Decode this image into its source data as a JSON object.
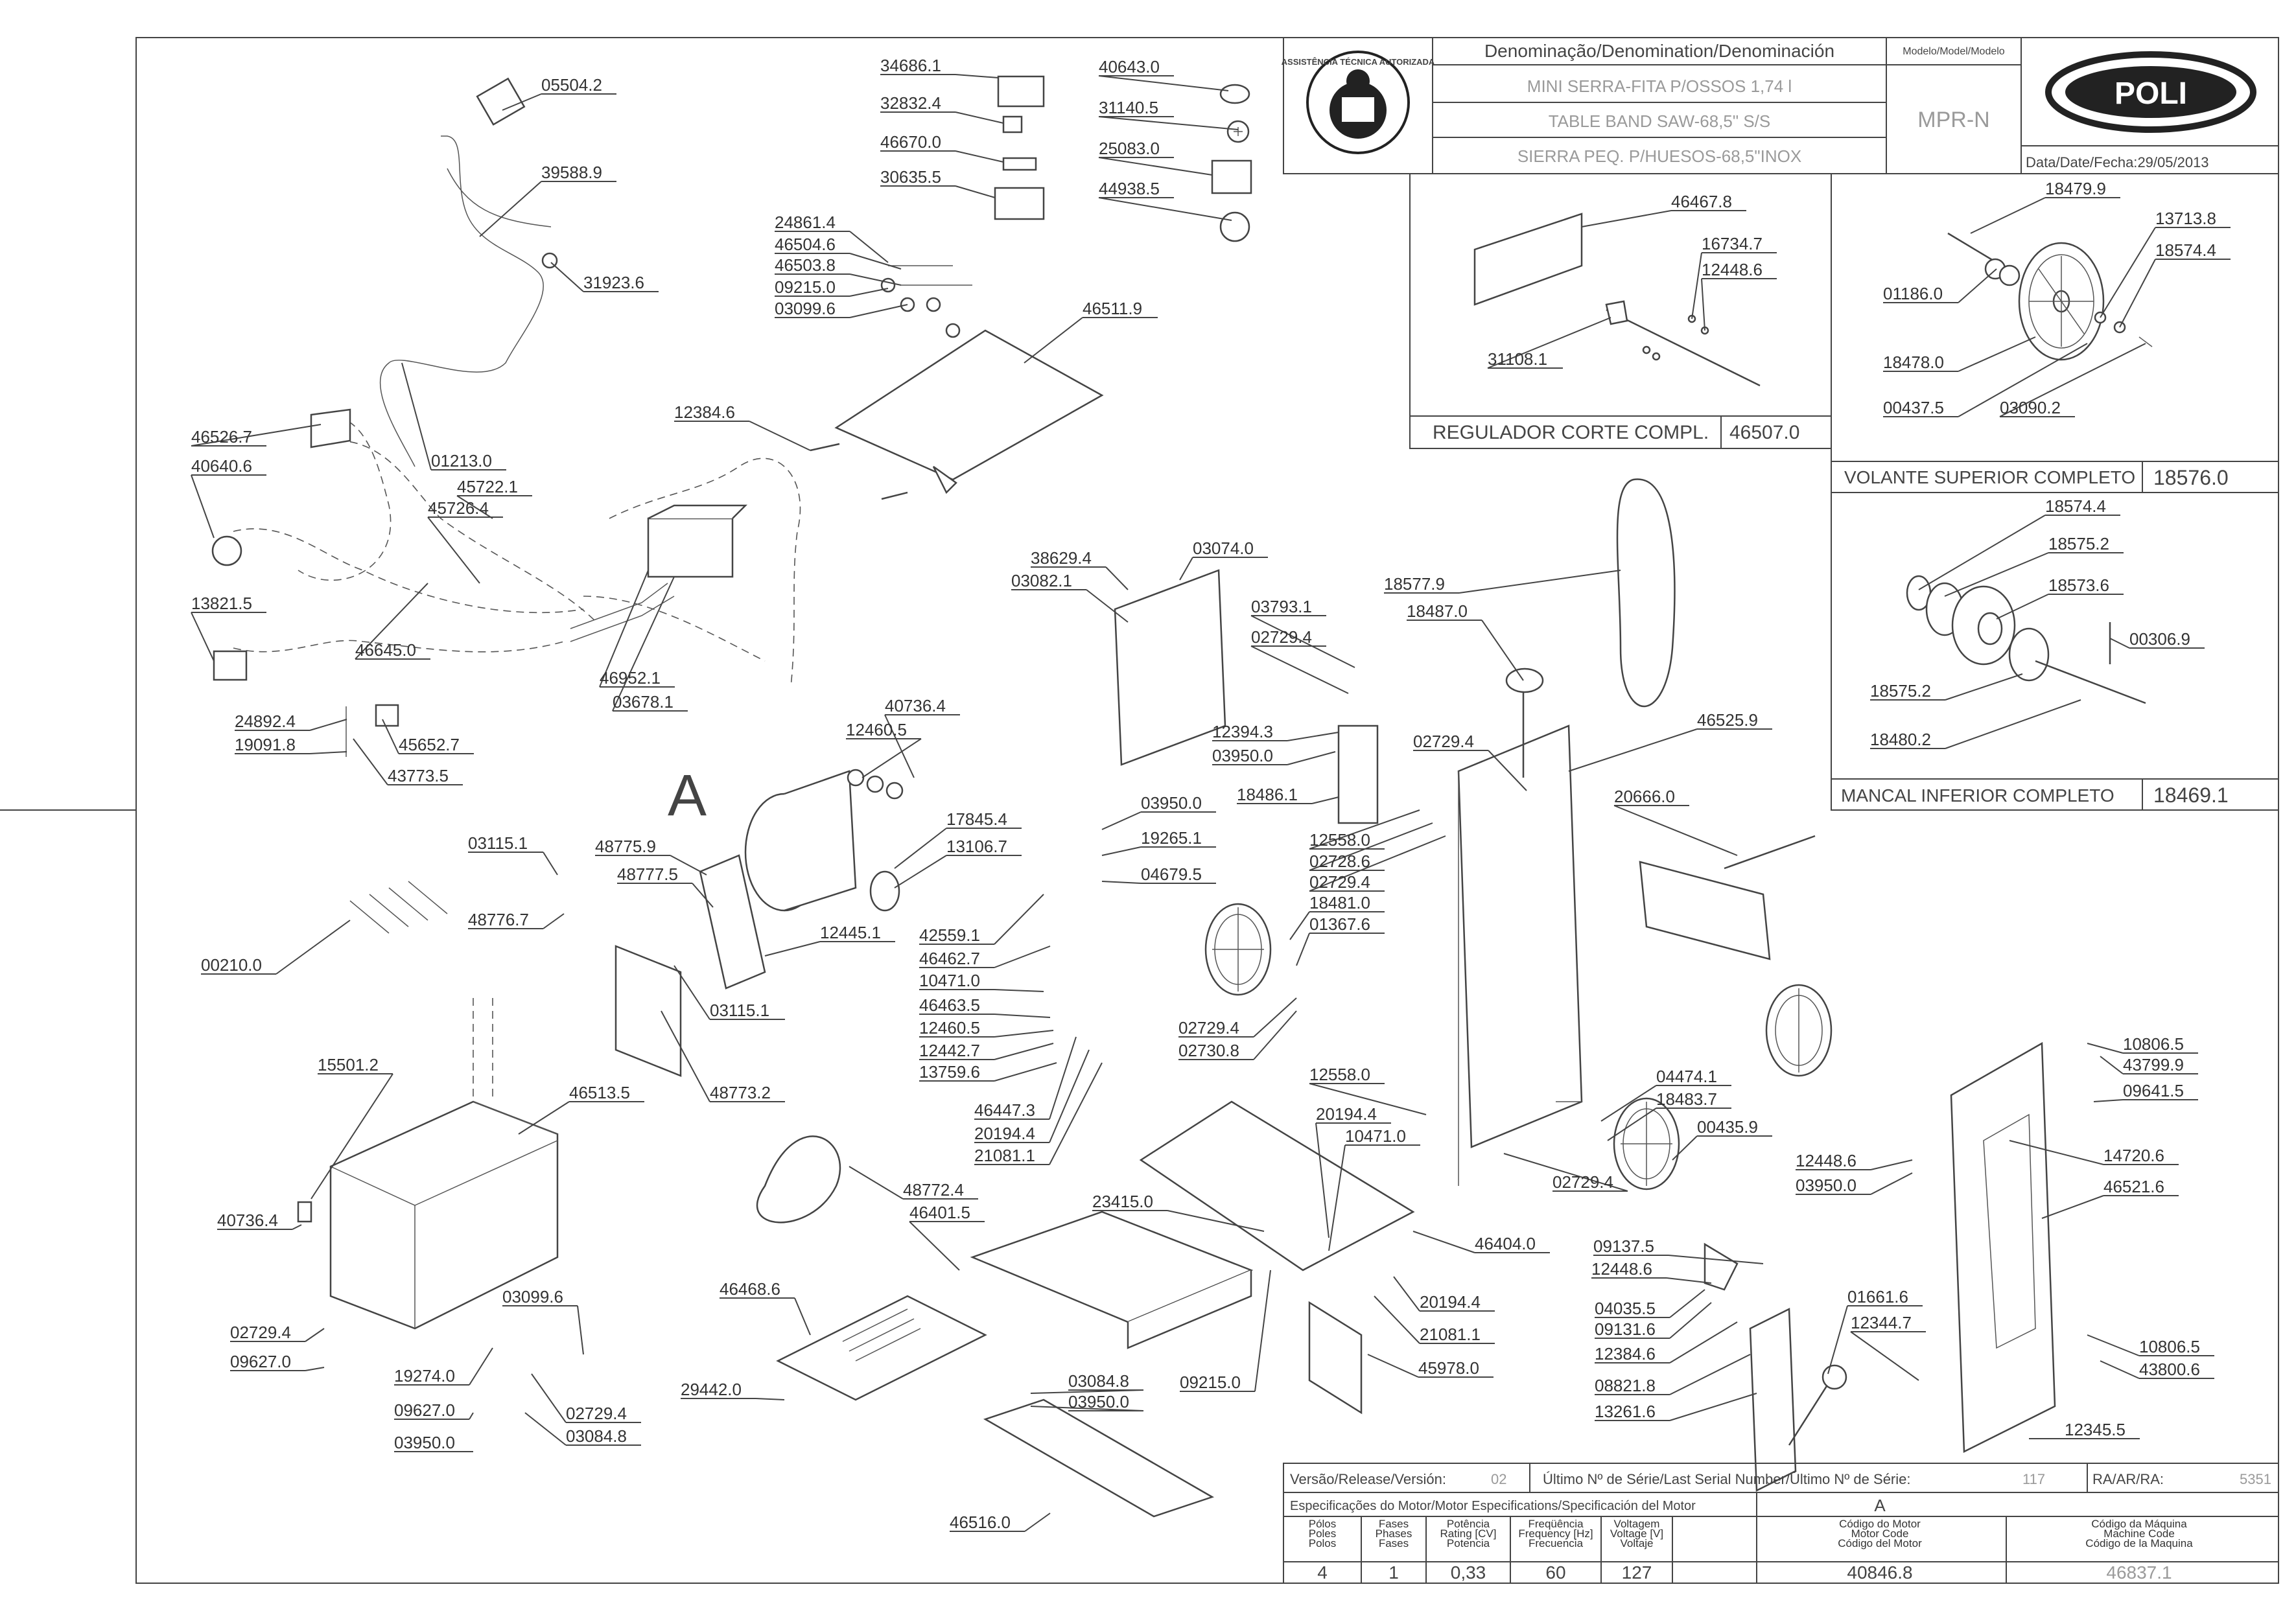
{
  "title_block": {
    "denomination_header": "Denominação/Denomination/Denominación",
    "model_header": "Modelo/Model/Modelo",
    "name_pt": "MINI SERRA-FITA P/OSSOS 1,74 l",
    "name_en": "TABLE BAND SAW-68,5\" S/S",
    "name_es": "SIERRA PEQ. P/HUESOS-68,5\"INOX",
    "model": "MPR-N",
    "date_label": "Data/Date/Fecha:",
    "date": "29/05/2013",
    "brand": "POLI",
    "seal_text": "ASSISTÊNCIA TÉCNICA AUTORIZADA"
  },
  "subassemblies": {
    "regulador": {
      "title": "REGULADOR CORTE COMPL.",
      "code": "46507.0"
    },
    "volante": {
      "title": "VOLANTE SUPERIOR COMPLETO",
      "code": "18576.0"
    },
    "mancal": {
      "title": "MANCAL INFERIOR COMPLETO",
      "code": "18469.1"
    }
  },
  "section_marker": "A",
  "parts": [
    {
      "id": "p1",
      "code": "05504.2"
    },
    {
      "id": "p2",
      "code": "39588.9"
    },
    {
      "id": "p3",
      "code": "31923.6"
    },
    {
      "id": "p4",
      "code": "46526.7"
    },
    {
      "id": "p5",
      "code": "40640.6"
    },
    {
      "id": "p6",
      "code": "01213.0"
    },
    {
      "id": "p7",
      "code": "45722.1"
    },
    {
      "id": "p8",
      "code": "45726.4"
    },
    {
      "id": "p9",
      "code": "13821.5"
    },
    {
      "id": "p10",
      "code": "46645.0"
    },
    {
      "id": "p11",
      "code": "46952.1"
    },
    {
      "id": "p12",
      "code": "03678.1"
    },
    {
      "id": "p13",
      "code": "24892.4"
    },
    {
      "id": "p14",
      "code": "19091.8"
    },
    {
      "id": "p15",
      "code": "45652.7"
    },
    {
      "id": "p16",
      "code": "43773.5"
    },
    {
      "id": "p17",
      "code": "34686.1"
    },
    {
      "id": "p18",
      "code": "32832.4"
    },
    {
      "id": "p19",
      "code": "46670.0"
    },
    {
      "id": "p20",
      "code": "30635.5"
    },
    {
      "id": "p21",
      "code": "40643.0"
    },
    {
      "id": "p22",
      "code": "31140.5"
    },
    {
      "id": "p23",
      "code": "25083.0"
    },
    {
      "id": "p24",
      "code": "44938.5"
    },
    {
      "id": "p25",
      "code": "24861.4"
    },
    {
      "id": "p26",
      "code": "46504.6"
    },
    {
      "id": "p27",
      "code": "46503.8"
    },
    {
      "id": "p28",
      "code": "09215.0"
    },
    {
      "id": "p29",
      "code": "03099.6"
    },
    {
      "id": "p30",
      "code": "46511.9"
    },
    {
      "id": "p31",
      "code": "12384.6"
    },
    {
      "id": "p32",
      "code": "38629.4"
    },
    {
      "id": "p33",
      "code": "03074.0"
    },
    {
      "id": "p34",
      "code": "03082.1"
    },
    {
      "id": "p35",
      "code": "40736.4"
    },
    {
      "id": "p36",
      "code": "12460.5"
    },
    {
      "id": "p37",
      "code": "17845.4"
    },
    {
      "id": "p38",
      "code": "13106.7"
    },
    {
      "id": "p39",
      "code": "12445.1"
    },
    {
      "id": "p40",
      "code": "03115.1"
    },
    {
      "id": "p41",
      "code": "48775.9"
    },
    {
      "id": "p42",
      "code": "48777.5"
    },
    {
      "id": "p43",
      "code": "48776.7"
    },
    {
      "id": "p44",
      "code": "00210.0"
    },
    {
      "id": "p45",
      "code": "03115.1"
    },
    {
      "id": "p46",
      "code": "48773.2"
    },
    {
      "id": "p47",
      "code": "15501.2"
    },
    {
      "id": "p48",
      "code": "46513.5"
    },
    {
      "id": "p49",
      "code": "40736.4"
    },
    {
      "id": "p50",
      "code": "03099.6"
    },
    {
      "id": "p51",
      "code": "02729.4"
    },
    {
      "id": "p52",
      "code": "09627.0"
    },
    {
      "id": "p53",
      "code": "19274.0"
    },
    {
      "id": "p54",
      "code": "09627.0"
    },
    {
      "id": "p55",
      "code": "02729.4"
    },
    {
      "id": "p56",
      "code": "03950.0"
    },
    {
      "id": "p57",
      "code": "03084.8"
    },
    {
      "id": "p58",
      "code": "48772.4"
    },
    {
      "id": "p59",
      "code": "46401.5"
    },
    {
      "id": "p60",
      "code": "46468.6"
    },
    {
      "id": "p61",
      "code": "29442.0"
    },
    {
      "id": "p62",
      "code": "03084.8"
    },
    {
      "id": "p63",
      "code": "03950.0"
    },
    {
      "id": "p64",
      "code": "46516.0"
    },
    {
      "id": "p65",
      "code": "03950.0"
    },
    {
      "id": "p66",
      "code": "19265.1"
    },
    {
      "id": "p67",
      "code": "04679.5"
    },
    {
      "id": "p68",
      "code": "42559.1"
    },
    {
      "id": "p69",
      "code": "46462.7"
    },
    {
      "id": "p70",
      "code": "10471.0"
    },
    {
      "id": "p71",
      "code": "46463.5"
    },
    {
      "id": "p72",
      "code": "12460.5"
    },
    {
      "id": "p73",
      "code": "12442.7"
    },
    {
      "id": "p74",
      "code": "13759.6"
    },
    {
      "id": "p75",
      "code": "46447.3"
    },
    {
      "id": "p76",
      "code": "20194.4"
    },
    {
      "id": "p77",
      "code": "21081.1"
    },
    {
      "id": "p78",
      "code": "03793.1"
    },
    {
      "id": "p79",
      "code": "02729.4"
    },
    {
      "id": "p80",
      "code": "12394.3"
    },
    {
      "id": "p81",
      "code": "03950.0"
    },
    {
      "id": "p82",
      "code": "18486.1"
    },
    {
      "id": "p83",
      "code": "12558.0"
    },
    {
      "id": "p84",
      "code": "02728.6"
    },
    {
      "id": "p85",
      "code": "02729.4"
    },
    {
      "id": "p86",
      "code": "18481.0"
    },
    {
      "id": "p87",
      "code": "01367.6"
    },
    {
      "id": "p88",
      "code": "02729.4"
    },
    {
      "id": "p89",
      "code": "02730.8"
    },
    {
      "id": "p90",
      "code": "12558.0"
    },
    {
      "id": "p91",
      "code": "20194.4"
    },
    {
      "id": "p92",
      "code": "10471.0"
    },
    {
      "id": "p93",
      "code": "23415.0"
    },
    {
      "id": "p94",
      "code": "46404.0"
    },
    {
      "id": "p95",
      "code": "20194.4"
    },
    {
      "id": "p96",
      "code": "21081.1"
    },
    {
      "id": "p97",
      "code": "09215.0"
    },
    {
      "id": "p98",
      "code": "45978.0"
    },
    {
      "id": "p99",
      "code": "18577.9"
    },
    {
      "id": "p100",
      "code": "18487.0"
    },
    {
      "id": "p101",
      "code": "02729.4"
    },
    {
      "id": "p102",
      "code": "46525.9"
    },
    {
      "id": "p103",
      "code": "20666.0"
    },
    {
      "id": "p104",
      "code": "04474.1"
    },
    {
      "id": "p105",
      "code": "18483.7"
    },
    {
      "id": "p106",
      "code": "00435.9"
    },
    {
      "id": "p107",
      "code": "02729.4"
    },
    {
      "id": "p108",
      "code": "09137.5"
    },
    {
      "id": "p109",
      "code": "12448.6"
    },
    {
      "id": "p110",
      "code": "04035.5"
    },
    {
      "id": "p111",
      "code": "09131.6"
    },
    {
      "id": "p112",
      "code": "12384.6"
    },
    {
      "id": "p113",
      "code": "08821.8"
    },
    {
      "id": "p114",
      "code": "13261.6"
    },
    {
      "id": "p115",
      "code": "01661.6"
    },
    {
      "id": "p116",
      "code": "12344.7"
    },
    {
      "id": "p117",
      "code": "12345.5"
    },
    {
      "id": "p118",
      "code": "10806.5"
    },
    {
      "id": "p119",
      "code": "43799.9"
    },
    {
      "id": "p120",
      "code": "09641.5"
    },
    {
      "id": "p121",
      "code": "14720.6"
    },
    {
      "id": "p122",
      "code": "12448.6"
    },
    {
      "id": "p123",
      "code": "03950.0"
    },
    {
      "id": "p124",
      "code": "46521.6"
    },
    {
      "id": "p125",
      "code": "10806.5"
    },
    {
      "id": "p126",
      "code": "43800.6"
    },
    {
      "id": "p127",
      "code": "46467.8"
    },
    {
      "id": "p128",
      "code": "16734.7"
    },
    {
      "id": "p129",
      "code": "12448.6"
    },
    {
      "id": "p130",
      "code": "31108.1"
    },
    {
      "id": "p131",
      "code": "18479.9"
    },
    {
      "id": "p132",
      "code": "13713.8"
    },
    {
      "id": "p133",
      "code": "18574.4"
    },
    {
      "id": "p134",
      "code": "01186.0"
    },
    {
      "id": "p135",
      "code": "18478.0"
    },
    {
      "id": "p136",
      "code": "00437.5"
    },
    {
      "id": "p137",
      "code": "03090.2"
    },
    {
      "id": "p138",
      "code": "18574.4"
    },
    {
      "id": "p139",
      "code": "18575.2"
    },
    {
      "id": "p140",
      "code": "18573.6"
    },
    {
      "id": "p141",
      "code": "00306.9"
    },
    {
      "id": "p142",
      "code": "18575.2"
    },
    {
      "id": "p143",
      "code": "18480.2"
    }
  ],
  "release": {
    "version_label": "Versão/Release/Versión:",
    "version": "02",
    "serial_label": "Último Nº de Série/Last Serial Number/Último Nº de Série:",
    "serial": "117",
    "ra_label": "RA/AR/RA:",
    "ra": "5351"
  },
  "motor": {
    "header": "Especificações do Motor/Motor Especifications/Specificación del Motor",
    "variant": "A",
    "columns": [
      {
        "l1": "Pólos",
        "l2": "Poles",
        "l3": "Polos",
        "value": "4"
      },
      {
        "l1": "Fases",
        "l2": "Phases",
        "l3": "Fases",
        "value": "1"
      },
      {
        "l1": "Potência",
        "l2": "Rating [CV]",
        "l3": "Potencia",
        "value": "0,33"
      },
      {
        "l1": "Freqüência",
        "l2": "Frequency [Hz]",
        "l3": "Frecuencia",
        "value": "60"
      },
      {
        "l1": "Voltagem",
        "l2": "Voltage [V]",
        "l3": "Voltaje",
        "value": "127"
      },
      {
        "l1": "Código do Motor",
        "l2": "Motor Code",
        "l3": "Código del Motor",
        "value": "40846.8"
      },
      {
        "l1": "Código da Máquina",
        "l2": "Machine Code",
        "l3": "Código de la Maquina",
        "value": "46837.1"
      }
    ]
  }
}
